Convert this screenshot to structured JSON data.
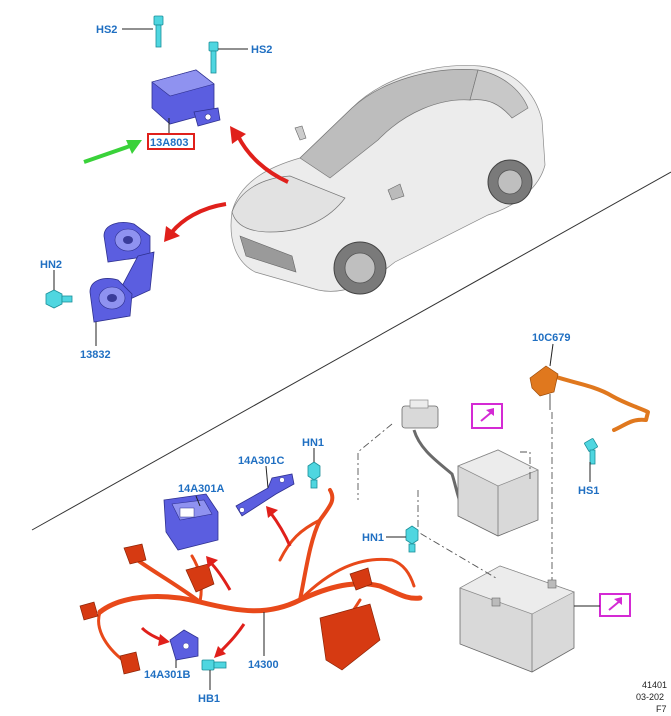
{
  "labels": {
    "hs2_top": "HS2",
    "hs2_right": "HS2",
    "part_13a803": "13A803",
    "hn2": "HN2",
    "part_13832": "13832",
    "part_10c679": "10C679",
    "hs1": "HS1",
    "hn1_top": "HN1",
    "hn1_right": "HN1",
    "part_14a301c": "14A301C",
    "part_14a301a": "14A301A",
    "part_14a301b": "14A301B",
    "hb1": "HB1",
    "part_14300": "14300"
  },
  "footer": {
    "line1": "41401",
    "line2": "03-202",
    "line3": "F7"
  },
  "colors": {
    "callout_blue": "#1f6fc2",
    "part_blue": "#5b5ee0",
    "fastener_cyan": "#4fd6e0",
    "harness_red": "#e8491a",
    "cable_orange": "#e0781e",
    "highlight_red": "#e0201b",
    "arrow_green": "#3ad23a",
    "see_also_magenta": "#d42ad4"
  }
}
